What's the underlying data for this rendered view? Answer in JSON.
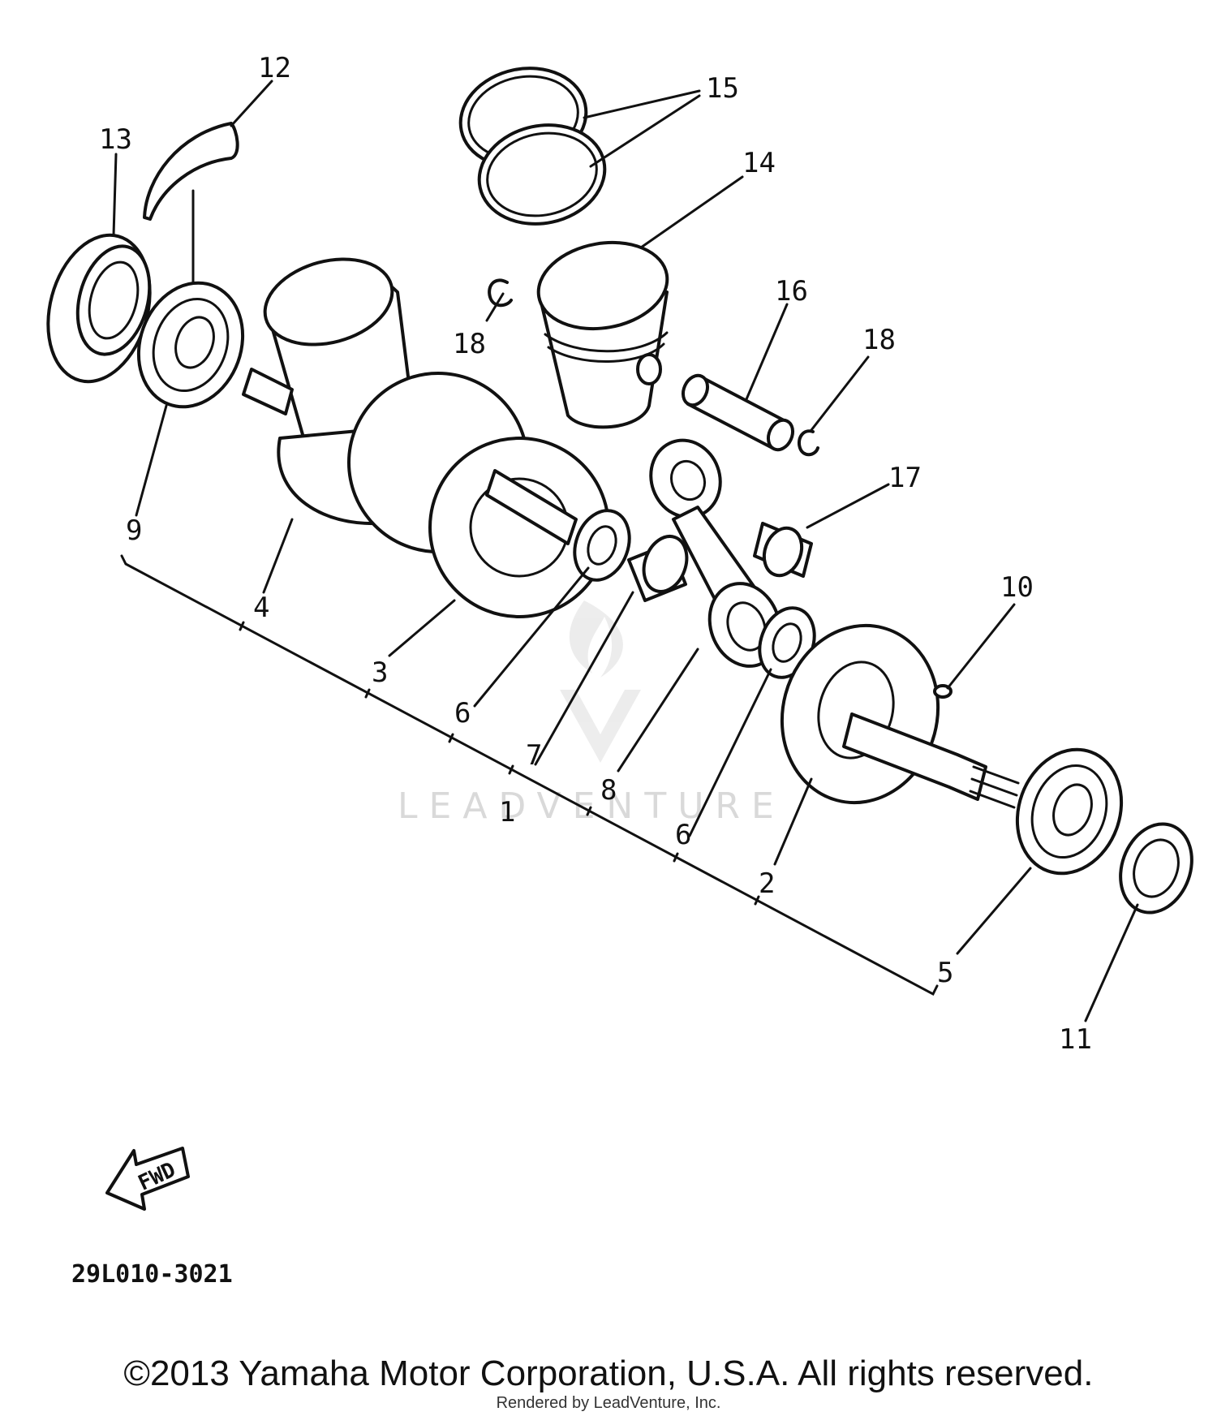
{
  "callouts": [
    {
      "id": "c12",
      "label": "12"
    },
    {
      "id": "c13",
      "label": "13"
    },
    {
      "id": "c15",
      "label": "15"
    },
    {
      "id": "c14",
      "label": "14"
    },
    {
      "id": "c16",
      "label": "16"
    },
    {
      "id": "c18a",
      "label": "18"
    },
    {
      "id": "c18b",
      "label": "18"
    },
    {
      "id": "c17",
      "label": "17"
    },
    {
      "id": "c9",
      "label": "9"
    },
    {
      "id": "c4",
      "label": "4"
    },
    {
      "id": "c3",
      "label": "3"
    },
    {
      "id": "c6a",
      "label": "6"
    },
    {
      "id": "c7",
      "label": "7"
    },
    {
      "id": "c1",
      "label": "1"
    },
    {
      "id": "c8",
      "label": "8"
    },
    {
      "id": "c6b",
      "label": "6"
    },
    {
      "id": "c10",
      "label": "10"
    },
    {
      "id": "c2",
      "label": "2"
    },
    {
      "id": "c5",
      "label": "5"
    },
    {
      "id": "c11",
      "label": "11"
    }
  ],
  "fwd_label": "FWD",
  "diagram_code": "29L010-3021",
  "watermark": "LEADVENTURE",
  "copyright": "©2013 Yamaha Motor Corporation, U.S.A. All rights reserved.",
  "rendered_by": "Rendered by LeadVenture, Inc."
}
